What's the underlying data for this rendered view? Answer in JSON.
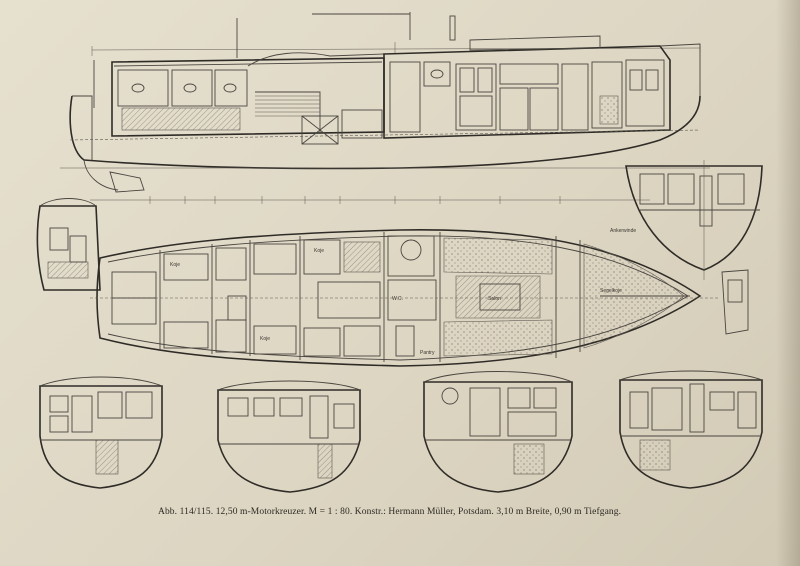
{
  "caption": "Abb. 114/115. 12,50 m-Motorkreuzer. M = 1 : 80. Konstr.: Hermann Müller, Potsdam. 3,10 m Breite, 0,90 m Tiefgang.",
  "labels": {
    "plan_bunk_1": "Koje",
    "plan_bunk_2": "Koje",
    "plan_bunk_3": "Koje",
    "plan_wc": "W.C.",
    "plan_forepeak": "Segelkoje",
    "plan_pantry": "Pantry",
    "plan_anchor_winch": "Ankerwinde",
    "plan_salon": "Salon"
  },
  "colors": {
    "paper": "#e3ddcb",
    "ink": "#3e3a34"
  }
}
